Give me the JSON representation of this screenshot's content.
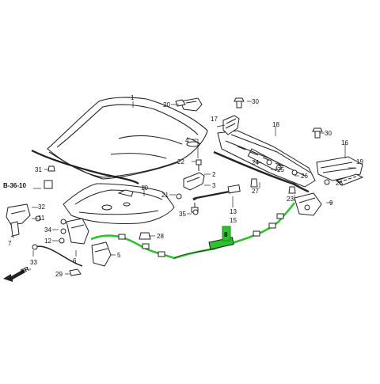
{
  "diagram": {
    "reference": "B-36-10",
    "direction_label": "FR.",
    "part_numbers": {
      "p1": "1",
      "p2": "2",
      "p3": "3",
      "p4": "4",
      "p5": "5",
      "p6": "6",
      "p7": "7",
      "p8": "8",
      "p9": "9",
      "p10": "10",
      "p12": "12",
      "p13": "13",
      "p15": "15",
      "p16": "16",
      "p17": "17",
      "p18": "18",
      "p19": "19",
      "p20": "20",
      "p21": "21",
      "p22": "22",
      "p23": "23",
      "p24": "24",
      "p25": "25",
      "p26": "26",
      "p27": "27",
      "p28": "28",
      "p29": "29",
      "p30": "30",
      "p31": "31",
      "p32": "32",
      "p33": "33",
      "p34": "34",
      "p35": "35"
    },
    "highlight_color": "#2fbf2f",
    "highlighted_part": "8"
  }
}
